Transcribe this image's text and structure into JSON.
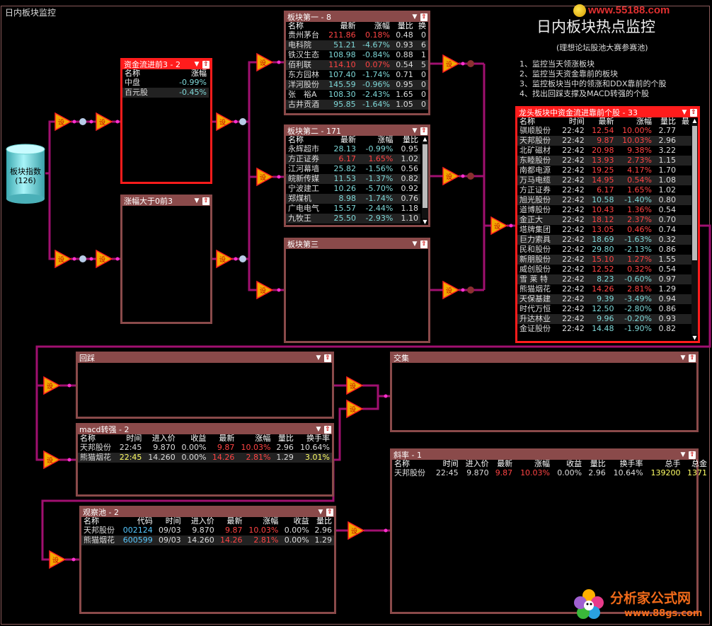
{
  "app": {
    "title": "日内板块监控"
  },
  "logo": {
    "text": "www.55188.com"
  },
  "heading": "日内板块热点监控",
  "subheading": "(理想论坛股池大赛参赛池)",
  "notes": [
    "1、监控当天领涨板块",
    "2、监控当天资金靠前的板块",
    "3、监控板块当中的领涨和DDX靠前的个股",
    "4、找出回踩支撑及MACD转强的个股"
  ],
  "source_node": {
    "label": "板块指数",
    "count": "(126)"
  },
  "watermark": {
    "text": "分析家公式网",
    "url": "www.88gs.com"
  },
  "panels": {
    "zijin": {
      "title": "资金流进前3 - 2",
      "headers": [
        "名称",
        "涨幅"
      ],
      "rows": [
        [
          "中盘",
          "-0.99%"
        ],
        [
          "百元股",
          "-0.45%"
        ]
      ]
    },
    "zhangfu": {
      "title": "涨幅大于0前3"
    },
    "bk1": {
      "title": "板块第一 - 8",
      "headers": [
        "名称",
        "最新",
        "涨幅",
        "量比",
        "换"
      ],
      "rows": [
        [
          "贵州茅台",
          "211.86",
          "0.18%",
          "0.48",
          "0"
        ],
        [
          "电科院",
          "51.21",
          "-4.67%",
          "0.93",
          "6"
        ],
        [
          "铁汉生态",
          "108.98",
          "-0.84%",
          "0.88",
          "1"
        ],
        [
          "佰利联",
          "114.10",
          "0.07%",
          "0.54",
          "5"
        ],
        [
          "东方园林",
          "107.40",
          "-1.74%",
          "0.71",
          "0"
        ],
        [
          "洋河股份",
          "145.59",
          "-0.96%",
          "0.95",
          "0"
        ],
        [
          "张　裕A",
          "108.30",
          "-2.43%",
          "1.65",
          "0"
        ],
        [
          "古井贡酒",
          "95.85",
          "-1.64%",
          "1.05",
          "0"
        ]
      ]
    },
    "bk2": {
      "title": "板块第二 - 171",
      "headers": [
        "名称",
        "最新",
        "涨幅",
        "量比"
      ],
      "rows": [
        [
          "永辉超市",
          "28.13",
          "-0.99%",
          "0.95"
        ],
        [
          "方正证券",
          "6.17",
          "1.65%",
          "1.02"
        ],
        [
          "江河幕墙",
          "25.82",
          "-1.56%",
          "0.56"
        ],
        [
          "皖新传媒",
          "11.53",
          "-1.37%",
          "0.82"
        ],
        [
          "宁波建工",
          "10.26",
          "-5.70%",
          "0.92"
        ],
        [
          "郑煤机",
          "8.98",
          "-1.74%",
          "0.76"
        ],
        [
          "广电电气",
          "15.57",
          "-2.44%",
          "1.18"
        ],
        [
          "九牧王",
          "25.50",
          "-2.93%",
          "1.10"
        ]
      ]
    },
    "bk3": {
      "title": "板块第三"
    },
    "longtou": {
      "title": "龙头板块中资金流进靠前个股 - 33",
      "headers": [
        "名称",
        "时间",
        "最新",
        "涨幅",
        "量比",
        "最"
      ],
      "rows": [
        [
          "骐顺股份",
          "22:42",
          "12.54",
          "10.00%",
          "2.77"
        ],
        [
          "天邦股份",
          "22:42",
          "9.87",
          "10.03%",
          "2.96"
        ],
        [
          "北矿磁材",
          "22:42",
          "20.98",
          "9.38%",
          "3.22"
        ],
        [
          "东睦股份",
          "22:42",
          "13.93",
          "2.73%",
          "1.15"
        ],
        [
          "南都电源",
          "22:42",
          "19.25",
          "4.17%",
          "1.70"
        ],
        [
          "万马电缆",
          "22:42",
          "14.95",
          "0.54%",
          "1.08"
        ],
        [
          "方正证券",
          "22:42",
          "6.17",
          "1.65%",
          "1.02"
        ],
        [
          "旭光股份",
          "22:42",
          "10.58",
          "-1.40%",
          "0.80"
        ],
        [
          "道博股份",
          "22:42",
          "10.43",
          "1.36%",
          "0.54"
        ],
        [
          "金正大",
          "22:42",
          "18.12",
          "2.37%",
          "0.70"
        ],
        [
          "塔牌集团",
          "22:42",
          "13.05",
          "0.46%",
          "0.74"
        ],
        [
          "巨力索具",
          "22:42",
          "18.69",
          "-1.63%",
          "0.32"
        ],
        [
          "民和股份",
          "22:42",
          "29.80",
          "-2.13%",
          "0.86"
        ],
        [
          "新朋股份",
          "22:42",
          "15.10",
          "1.27%",
          "1.55"
        ],
        [
          "威创股份",
          "22:42",
          "12.52",
          "0.32%",
          "0.54"
        ],
        [
          "雪 莱 特",
          "22:42",
          "8.23",
          "-0.60%",
          "0.97"
        ],
        [
          "熊猫烟花",
          "22:42",
          "14.26",
          "2.81%",
          "1.29"
        ],
        [
          "天保基建",
          "22:42",
          "9.39",
          "-3.49%",
          "0.94"
        ],
        [
          "时代万恒",
          "22:42",
          "12.50",
          "-2.80%",
          "0.86"
        ],
        [
          "升达林业",
          "22:42",
          "9.96",
          "-0.20%",
          "0.93"
        ],
        [
          "金证股份",
          "22:42",
          "14.48",
          "-1.90%",
          "0.82"
        ]
      ]
    },
    "huicai": {
      "title": "回踩"
    },
    "jiaoji": {
      "title": "交集"
    },
    "macd": {
      "title": "macd转强 - 2",
      "headers": [
        "名称",
        "时间",
        "进入价",
        "收益",
        "最新",
        "涨幅",
        "量比",
        "换手率"
      ],
      "rows": [
        [
          "天邦股份",
          "22:45",
          "9.870",
          "0.00%",
          "9.87",
          "10.03%",
          "2.96",
          "10.64%"
        ],
        [
          "熊猫烟花",
          "22:45",
          "14.260",
          "0.00%",
          "14.26",
          "2.81%",
          "1.29",
          "3.01%"
        ]
      ]
    },
    "xielv": {
      "title": "斜率 - 1",
      "headers": [
        "名称",
        "时间",
        "进入价",
        "最新",
        "涨幅",
        "收益",
        "量比",
        "换手率",
        "总手",
        "总金"
      ],
      "rows": [
        [
          "天邦股份",
          "22:45",
          "9.870",
          "9.87",
          "10.03%",
          "0.00%",
          "2.96",
          "10.64%",
          "139200",
          "1371"
        ]
      ]
    },
    "guancha": {
      "title": "观察池 - 2",
      "headers": [
        "名称",
        "代码",
        "时间",
        "进入价",
        "最新",
        "涨幅",
        "收益",
        "量比"
      ],
      "rows": [
        [
          "天邦股份",
          "002124",
          "09/03",
          "9.870",
          "9.87",
          "10.03%",
          "0.00%",
          "2.96"
        ],
        [
          "熊猫烟花",
          "600599",
          "09/03",
          "14.260",
          "14.26",
          "2.81%",
          "0.00%",
          "1.29"
        ]
      ]
    }
  },
  "colors": {
    "panel_border": "#8a4a4a",
    "highlight_border": "#ff1c1c",
    "wire": "#a01070",
    "up": "#ff4444",
    "down": "#7fd8d8"
  }
}
